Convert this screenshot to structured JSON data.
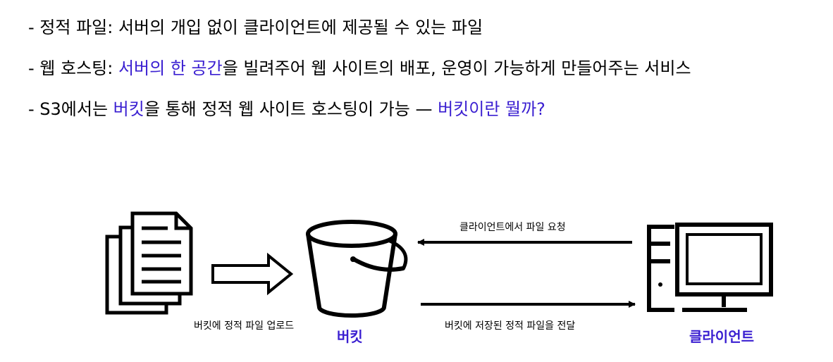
{
  "bullets": {
    "b1": {
      "text": "- 정적 파일: 서버의 개입 없이 클라이언트에 제공될 수 있는 파일"
    },
    "b2": {
      "prefix": "- 웹 호스팅: ",
      "highlight": "서버의 한 공간",
      "suffix": "을 빌려주어 웹 사이트의 배포, 운영이 가능하게 만들어주는 서비스"
    },
    "b3": {
      "prefix": "- S3에서는 ",
      "highlight1": "버킷",
      "middle": "을 통해 정적 웹 사이트 호스팅이 가능 — ",
      "highlight2": "버킷이란 뭘까?"
    }
  },
  "diagram": {
    "upload_label": "버킷에 정적 파일 업로드",
    "request_label": "클라이언트에서 파일 요청",
    "deliver_label": "버킷에 저장된 정적 파일을 전달",
    "bucket_name": "버킷",
    "client_name": "클라이언트",
    "icons": [
      "documents-icon",
      "bucket-icon",
      "computer-icon"
    ]
  },
  "colors": {
    "highlight": "#3a1fd1",
    "text": "#000000"
  }
}
